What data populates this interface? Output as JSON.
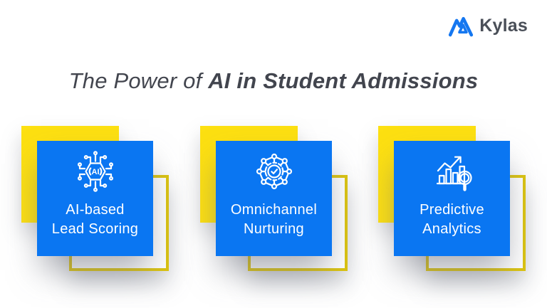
{
  "logo": {
    "text": "Kylas",
    "icon": "kylas-mountain-logo-icon"
  },
  "title": {
    "prefix": "The Power of ",
    "emphasis": "AI in Student Admissions"
  },
  "cards": [
    {
      "line1": "AI-based",
      "line2": "Lead Scoring",
      "icon": "ai-chip-icon"
    },
    {
      "line1": "Omnichannel",
      "line2": "Nurturing",
      "icon": "network-check-icon"
    },
    {
      "line1": "Predictive",
      "line2": "Analytics",
      "icon": "chart-magnifier-icon"
    }
  ],
  "colors": {
    "card_blue": "#0a76f2",
    "accent_yellow": "#fde011",
    "outline_yellow": "#dcc40f",
    "title_gray": "#42454e",
    "logo_text_gray": "#4a4f58",
    "logo_blue": "#1577f0",
    "card_text": "#ffffff"
  }
}
